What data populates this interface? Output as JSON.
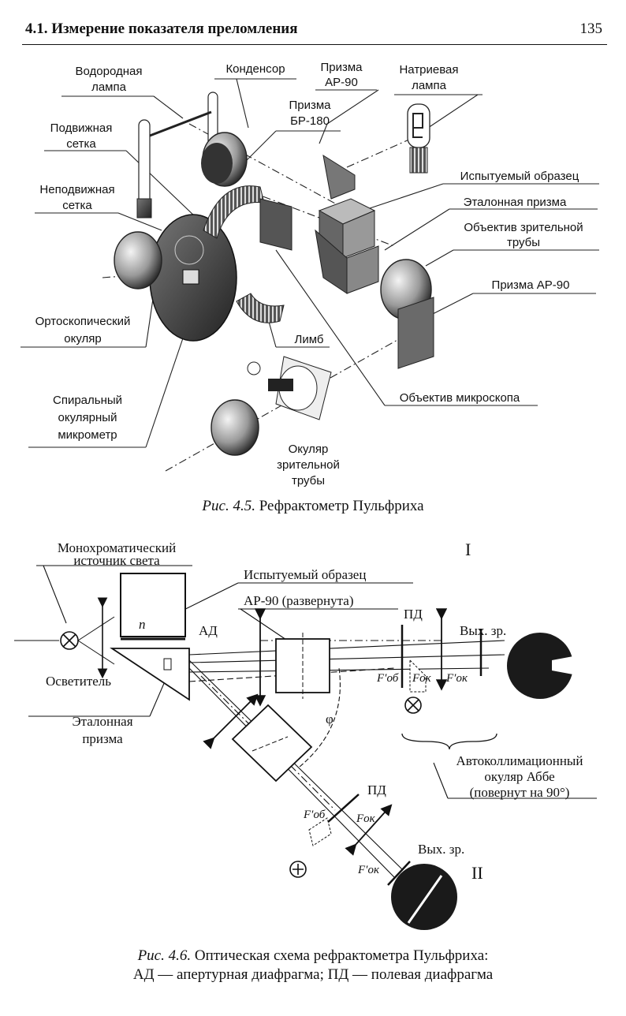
{
  "header": {
    "section_title": "4.1. Измерение показателя преломления",
    "page_number": "135"
  },
  "figure_4_5": {
    "labels": {
      "hydrogen_lamp": [
        "Водородная",
        "лампа"
      ],
      "condenser": "Конденсор",
      "prism_ar90_top": [
        "Призма",
        "АР-90"
      ],
      "sodium_lamp": [
        "Натриевая",
        "лампа"
      ],
      "prism_br180": [
        "Призма",
        "БР-180"
      ],
      "moving_grid": [
        "Подвижная",
        "сетка"
      ],
      "fixed_grid": [
        "Неподвижная",
        "сетка"
      ],
      "test_sample": "Испытуемый образец",
      "reference_prism": "Эталонная призма",
      "telescope_objective": [
        "Объектив зрительной",
        "трубы"
      ],
      "prism_ar90_right": "Призма АР-90",
      "orthoscopic_eyepiece": [
        "Ортоскопический",
        "окуляр"
      ],
      "limb": "Лимб",
      "spiral_micrometer": [
        "Спиральный",
        "окулярный",
        "микрометр"
      ],
      "microscope_objective": "Объектив микроскопа",
      "telescope_eyepiece": [
        "Окуляр",
        "зрительной",
        "трубы"
      ]
    },
    "caption": {
      "number": "Рис. 4.5.",
      "text": "Рефрактометр Пульфриха"
    }
  },
  "figure_4_6": {
    "labels": {
      "mono_source": [
        "Монохроматический",
        "источник света"
      ],
      "test_sample": "Испытуемый образец",
      "ar90_unfolded": "АР-90 (развернута)",
      "roman_one": "I",
      "roman_two": "II",
      "n": "n",
      "ad": "АД",
      "pd_top": "ПД",
      "pd_bottom": "ПД",
      "exit_pupil_top": "Вых. зр.",
      "exit_pupil_bottom": "Вых. зр.",
      "illuminator": "Осветитель",
      "reference_prism": [
        "Эталонная",
        "призма"
      ],
      "phi": "φ",
      "f_ob": "F′об",
      "f_ok": "Fок",
      "f_ok_prime": "F′ок",
      "abbe_eyepiece": [
        "Автоколлимационный",
        "окуляр Аббе",
        "(повернут на 90°)"
      ]
    },
    "caption": {
      "number": "Рис. 4.6.",
      "line1": "Оптическая схема рефрактометра Пульфриха:",
      "line2": "АД — апертурная диафрагма; ПД — полевая диафрагма"
    }
  }
}
